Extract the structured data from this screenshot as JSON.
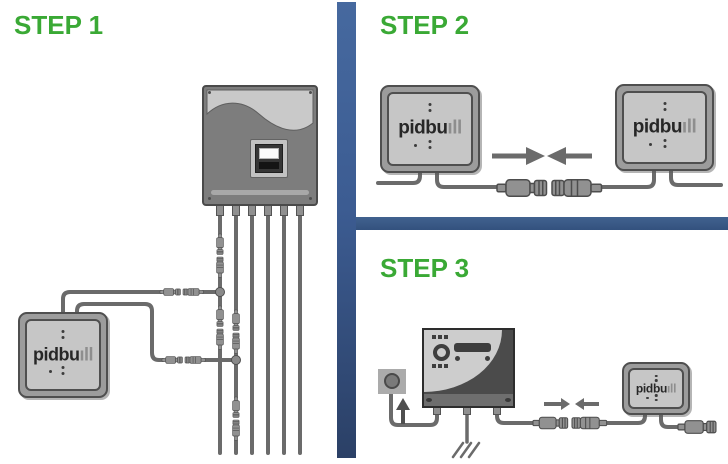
{
  "panels": {
    "step1": {
      "title": "STEP 1"
    },
    "step2": {
      "title": "STEP 2"
    },
    "step3": {
      "title": "STEP 3"
    }
  },
  "brand": {
    "wordmark_bold": "pidbu",
    "wordmark_light": "ıll"
  },
  "colors": {
    "step_title_green": "#3aa935",
    "divider_blue_light": "#44689f",
    "divider_blue_dark": "#2b4066",
    "cable_gray": "#6b6b6b",
    "connector_gray": "#919191",
    "device_frame_gray": "#9c9c9c",
    "device_panel_gray": "#c6c6c6",
    "inverter_body_gray": "#7d7d7d",
    "charger_body_gray": "#4b4b4b"
  }
}
